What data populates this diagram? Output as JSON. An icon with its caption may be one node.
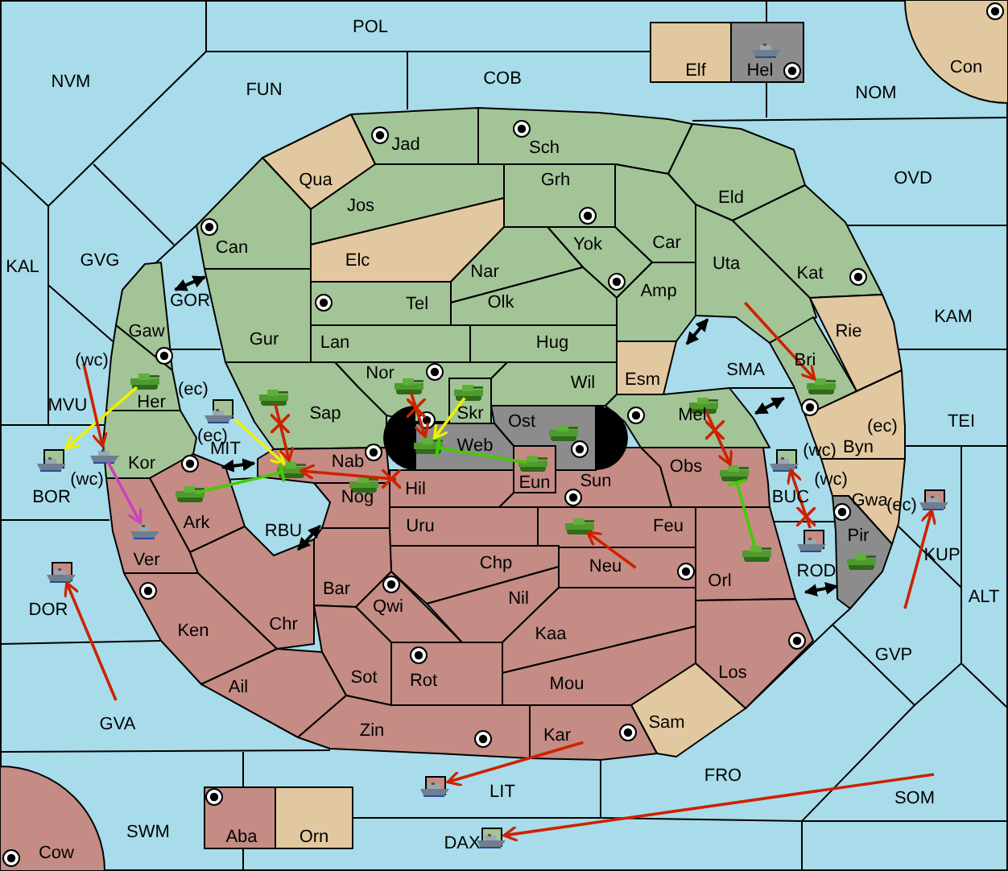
{
  "diagram": {
    "nodes": [
      {
        "text": [
          "POL"
        ]
      },
      {
        "text": [
          "Elf"
        ]
      },
      {
        "text": [
          "Hel"
        ]
      },
      {
        "text": [
          "Con"
        ]
      },
      {
        "text": [
          "COB"
        ]
      },
      {
        "text": [
          "NVM"
        ]
      },
      {
        "text": [
          "FUN"
        ]
      },
      {
        "text": [
          "NOM"
        ]
      },
      {
        "text": [
          "Jad"
        ]
      },
      {
        "text": [
          "Sch"
        ]
      },
      {
        "text": [
          "Qua"
        ]
      },
      {
        "text": [
          "Eld"
        ]
      },
      {
        "text": [
          "OVD"
        ]
      },
      {
        "text": [
          "Jos"
        ]
      },
      {
        "text": [
          "Grh"
        ]
      },
      {
        "text": [
          "Can"
        ]
      },
      {
        "text": [
          "Elc"
        ]
      },
      {
        "text": [
          "KAL"
        ]
      },
      {
        "text": [
          "GVG"
        ]
      },
      {
        "text": [
          "Car"
        ]
      },
      {
        "text": [
          "Yok"
        ]
      },
      {
        "text": [
          "Uta"
        ]
      },
      {
        "text": [
          "Nar"
        ]
      },
      {
        "text": [
          "Kat"
        ]
      },
      {
        "text": [
          "GOR"
        ]
      },
      {
        "text": [
          "Tel"
        ]
      },
      {
        "text": [
          "Amp"
        ]
      },
      {
        "text": [
          "Olk"
        ]
      },
      {
        "text": [
          "KAM"
        ]
      },
      {
        "text": [
          "Gaw"
        ]
      },
      {
        "text": [
          "Gur"
        ]
      },
      {
        "text": [
          "Lan"
        ]
      },
      {
        "text": [
          "Hug"
        ]
      },
      {
        "text": [
          "Rie"
        ]
      },
      {
        "text": [
          "SMA"
        ]
      },
      {
        "text": [
          "Esm"
        ]
      },
      {
        "text": [
          "Wil"
        ]
      },
      {
        "text": [
          "Bri"
        ]
      },
      {
        "text": [
          "MVU"
        ]
      },
      {
        "text": [
          "Her"
        ]
      },
      {
        "text": [
          "Nor"
        ]
      },
      {
        "text": [
          "Skr"
        ]
      },
      {
        "text": [
          "Mel"
        ]
      },
      {
        "text": [
          "Ost"
        ]
      },
      {
        "text": [
          "Sap"
        ]
      },
      {
        "text": [
          "TEI"
        ]
      },
      {
        "text": [
          "Kor"
        ]
      },
      {
        "text": [
          "Web"
        ]
      },
      {
        "text": [
          "MIT"
        ]
      },
      {
        "text": [
          "Byn"
        ]
      },
      {
        "text": [
          "Nab"
        ]
      },
      {
        "text": [
          "Obs"
        ]
      },
      {
        "text": [
          "Eun"
        ]
      },
      {
        "text": [
          "Sun"
        ]
      },
      {
        "text": [
          "Hil"
        ]
      },
      {
        "text": [
          "BOR"
        ]
      },
      {
        "text": [
          "Ark"
        ]
      },
      {
        "text": [
          "Nog"
        ]
      },
      {
        "text": [
          "Gwa"
        ]
      },
      {
        "text": [
          "BUC"
        ]
      },
      {
        "text": [
          "KUP"
        ]
      },
      {
        "text": [
          "Uru"
        ]
      },
      {
        "text": [
          "Feu"
        ]
      },
      {
        "text": [
          "RBU"
        ]
      },
      {
        "text": [
          "Pir"
        ]
      },
      {
        "text": [
          "Ver"
        ]
      },
      {
        "text": [
          "Chp"
        ]
      },
      {
        "text": [
          "Orl"
        ]
      },
      {
        "text": [
          "Neu"
        ]
      },
      {
        "text": [
          "Bar"
        ]
      },
      {
        "text": [
          "Qwi"
        ]
      },
      {
        "text": [
          "Nil"
        ]
      },
      {
        "text": [
          "ROD"
        ]
      },
      {
        "text": [
          "ALT"
        ]
      },
      {
        "text": [
          "DOR"
        ]
      },
      {
        "text": [
          "Chr"
        ]
      },
      {
        "text": [
          "Ken"
        ]
      },
      {
        "text": [
          "Kaa"
        ]
      },
      {
        "text": [
          "GVP"
        ]
      },
      {
        "text": [
          "Sot"
        ]
      },
      {
        "text": [
          "Rot"
        ]
      },
      {
        "text": [
          "Ail"
        ]
      },
      {
        "text": [
          "Mou"
        ]
      },
      {
        "text": [
          "Los"
        ]
      },
      {
        "text": [
          "Sam"
        ]
      },
      {
        "text": [
          "Zin"
        ]
      },
      {
        "text": [
          "Kar"
        ]
      },
      {
        "text": [
          "GVA"
        ]
      },
      {
        "text": [
          "FRO"
        ]
      },
      {
        "text": [
          "LIT"
        ]
      },
      {
        "text": [
          "SOM"
        ]
      },
      {
        "text": [
          "SWM"
        ]
      },
      {
        "text": [
          "Aba"
        ]
      },
      {
        "text": [
          "Orn"
        ]
      },
      {
        "text": [
          "DAX"
        ]
      },
      {
        "text": [
          "Cow"
        ]
      },
      {
        "text": [],
        "shape": "box"
      },
      {
        "text": [],
        "shape": "box"
      },
      {
        "text": [],
        "shape": "box"
      },
      {
        "text": [],
        "shape": "box"
      },
      {
        "text": [],
        "shape": "box"
      },
      {
        "text": [],
        "shape": "box"
      },
      {
        "text": [],
        "shape": "box"
      },
      {
        "text": [],
        "shape": "box"
      }
    ],
    "edges": [
      {
        "from": 21,
        "to": 37,
        "arrow": "to"
      },
      {
        "from": 39,
        "to": 96,
        "arrow": "to",
        "color": "#f0f000"
      },
      {
        "from": 38,
        "to": 46,
        "arrow": "to"
      },
      {
        "from": 46,
        "to": 65,
        "arrow": "to",
        "color": "#d040c0"
      },
      {
        "from": 98,
        "to": 50,
        "arrow": "to",
        "color": "#f0f000"
      },
      {
        "from": 44,
        "to": 50,
        "arrow": "to"
      },
      {
        "from": 56,
        "to": 50,
        "arrow": "other",
        "color": "#44cc00"
      },
      {
        "from": 54,
        "to": 50,
        "arrow": "to"
      },
      {
        "from": 40,
        "to": 47,
        "arrow": "to"
      },
      {
        "from": 41,
        "to": 47,
        "arrow": "to",
        "color": "#f0f000"
      },
      {
        "from": 52,
        "to": 47,
        "arrow": "other",
        "color": "#44cc00"
      },
      {
        "from": 42,
        "to": 51,
        "arrow": "to"
      },
      {
        "from": 67,
        "to": 51,
        "arrow": "other",
        "color": "#44cc00"
      },
      {
        "from": 102,
        "to": 101,
        "arrow": "to"
      },
      {
        "from": 78,
        "to": 103,
        "arrow": "to"
      },
      {
        "from": 87,
        "to": 97,
        "arrow": "to"
      },
      {
        "from": 68,
        "to": 62,
        "arrow": "to"
      },
      {
        "from": 86,
        "to": 99,
        "arrow": "to"
      },
      {
        "from": 90,
        "to": 100,
        "arrow": "to"
      },
      {
        "from": 29,
        "to": 15,
        "arrow": "both",
        "color": "#000000"
      },
      {
        "from": 56,
        "to": 50,
        "arrow": "both",
        "color": "#000000"
      },
      {
        "from": 75,
        "to": 57,
        "arrow": "both",
        "color": "#000000"
      },
      {
        "from": 35,
        "to": 21,
        "arrow": "both",
        "color": "#000000"
      },
      {
        "from": 42,
        "to": 37,
        "arrow": "both",
        "color": "#000000"
      },
      {
        "from": 67,
        "to": 64,
        "arrow": "both",
        "color": "#000000"
      }
    ],
    "labels": [
      "(wc)",
      "(ec)",
      "(ec)",
      "(ec)",
      "(wc)",
      "(wc)",
      "(wc)",
      "(ec)"
    ]
  }
}
